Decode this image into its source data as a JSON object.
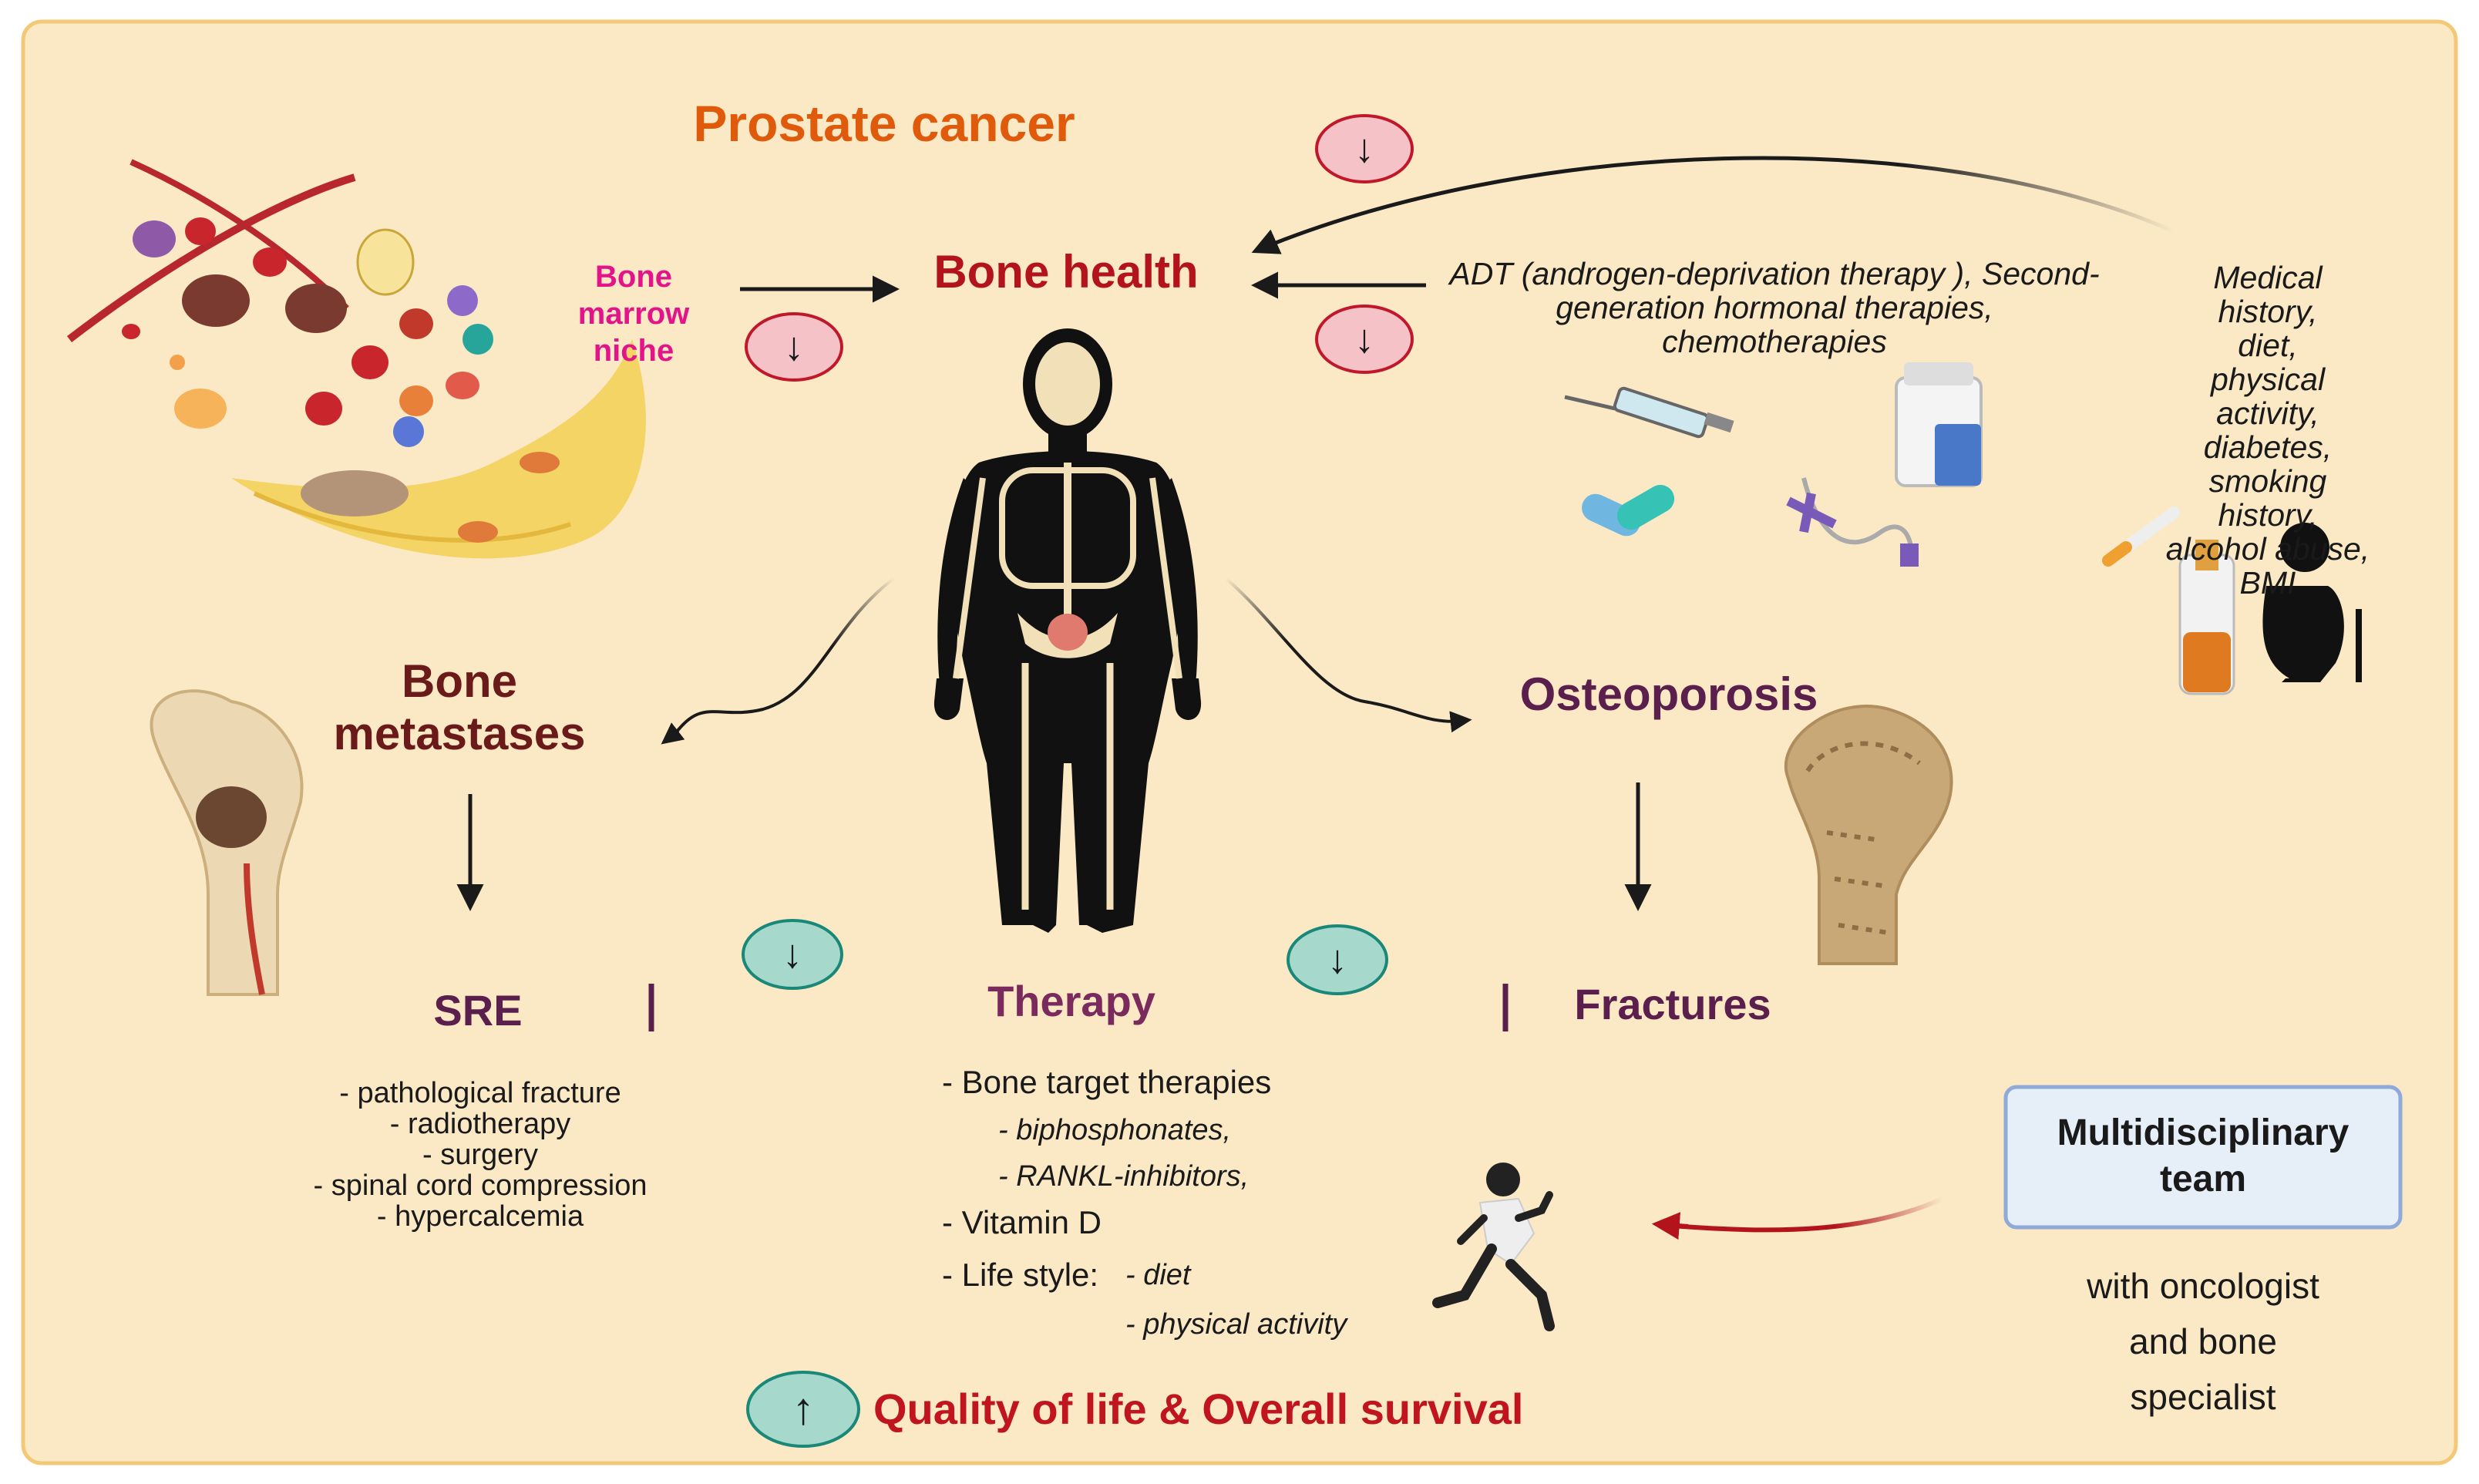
{
  "colors": {
    "background": "#fbe9c6",
    "border": "#f3c978",
    "orange_title": "#e05a0c",
    "dark_red": "#b3141c",
    "maroon": "#6b1a1a",
    "purple": "#5a1f4c",
    "magenta": "#e3148a",
    "down_badge_fill": "#f4c2c7",
    "down_badge_stroke": "#c0182a",
    "teal_badge_fill": "#a6d8cc",
    "teal_badge_stroke": "#1a8878",
    "team_box_fill": "#e6eef8",
    "team_box_stroke": "#8fa9d8"
  },
  "header": {
    "title": "Prostate cancer"
  },
  "bone_health": {
    "label": "Bone health",
    "bone_marrow_niche": "Bone\nmarrow\nniche"
  },
  "treatments": {
    "text": "ADT (androgen-deprivation therapy ), Second-\ngeneration hormonal therapies,\nchemotherapies"
  },
  "risk_factors": {
    "text": "Medical history,\ndiet,\nphysical activity,\ndiabetes,\nsmoking history,\nalcohol abuse,\nBMI"
  },
  "bone_metastases": {
    "label": "Bone\nmetastases"
  },
  "osteoporosis": {
    "label": "Osteoporosis"
  },
  "sre": {
    "label": "SRE",
    "items": [
      "- pathological fracture",
      "- radiotherapy",
      "- surgery",
      "- spinal cord compression",
      "- hypercalcemia"
    ]
  },
  "fractures": {
    "label": "Fractures"
  },
  "therapy": {
    "label": "Therapy",
    "bone_target": "- Bone target therapies",
    "bisphosphonates": "- biphosphonates,",
    "rankl": "- RANKL-inhibitors,",
    "vitamin_d": "- Vitamin D",
    "life_style": "- Life style:",
    "diet": "-  diet",
    "physical_activity": "-  physical activity"
  },
  "team": {
    "label": "Multidisciplinary\nteam",
    "with_text": "with oncologist\nand bone specialist"
  },
  "outcome": {
    "label": "Quality of life & Overall survival"
  },
  "badges": {
    "down": "↓",
    "up": "↑"
  }
}
